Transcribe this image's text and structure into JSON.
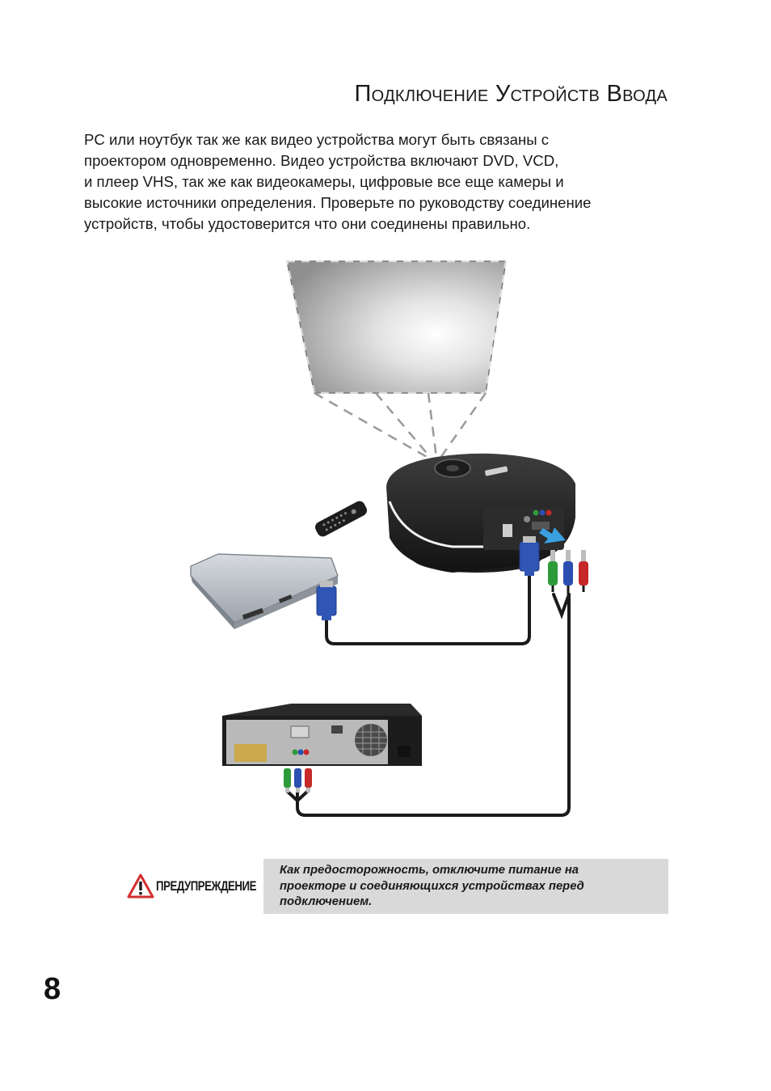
{
  "page": {
    "title": "Подключение Устройств Ввода",
    "intro_lines": [
      "PC или ноутбук так же как видео устройства могут быть связаны с",
      "проектором одновременно. Видео устройства включают DVD, VCD,",
      "и плеер VHS, так же как видеокамеры, цифровые все еще камеры и",
      "высокие источники определения. Проверьте по руководству соединение",
      "устройств, чтобы удостоверится что они соединены правильно."
    ],
    "page_number": "8"
  },
  "warning": {
    "label": "ПРЕДУПРЕЖДЕНИЕ",
    "icon": "warning-triangle-icon",
    "lines": [
      "Как предосторожность, отключите питание на",
      "проекторе и соединяющихся устройствах перед",
      "подключением."
    ]
  },
  "diagram": {
    "devices": [
      "projection-screen",
      "projector",
      "remote-control",
      "laptop",
      "dvd-player"
    ],
    "connectors": [
      "vga-connector",
      "component-rca-connectors"
    ],
    "colors": {
      "vga_blue": "#2f55b5",
      "rca_green": "#2e9b3a",
      "rca_blue": "#2a4fb0",
      "rca_red": "#c62828",
      "projector_body": "#2b2b2b",
      "arrow": "#3aa0e0",
      "warning_red": "#d32f2f"
    }
  }
}
